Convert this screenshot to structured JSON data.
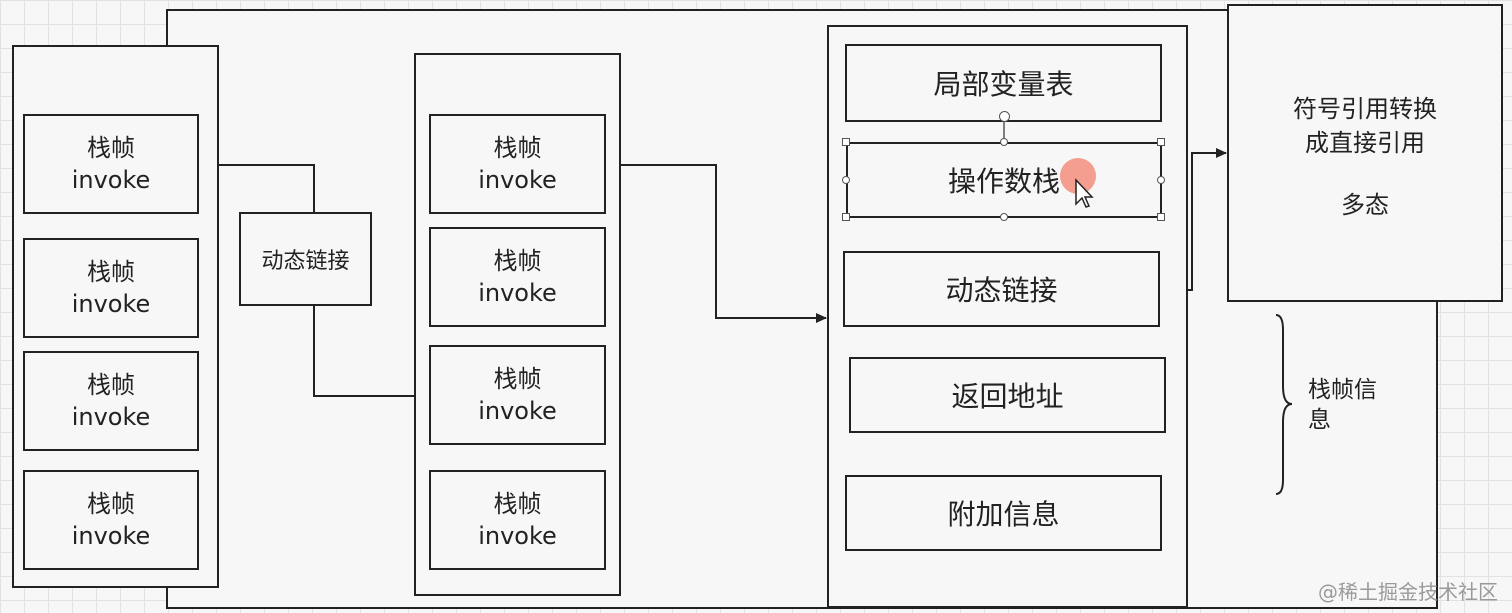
{
  "left_stack": {
    "frames": [
      {
        "title": "栈帧",
        "sub": "invoke"
      },
      {
        "title": "栈帧",
        "sub": "invoke"
      },
      {
        "title": "栈帧",
        "sub": "invoke"
      },
      {
        "title": "栈帧",
        "sub": "invoke"
      }
    ]
  },
  "dynamic_link_small": "动态链接",
  "middle_stack": {
    "frames": [
      {
        "title": "栈帧",
        "sub": "invoke"
      },
      {
        "title": "栈帧",
        "sub": "invoke"
      },
      {
        "title": "栈帧",
        "sub": "invoke"
      },
      {
        "title": "栈帧",
        "sub": "invoke"
      }
    ]
  },
  "frame_detail": {
    "items": [
      "局部变量表",
      "操作数栈",
      "动态链接",
      "返回地址",
      "附加信息"
    ]
  },
  "resolution_box": {
    "line1": "符号引用转换",
    "line2": "成直接引用",
    "line3": "多态"
  },
  "brace_label": "栈帧信息",
  "watermark": "@稀土掘金技术社区"
}
